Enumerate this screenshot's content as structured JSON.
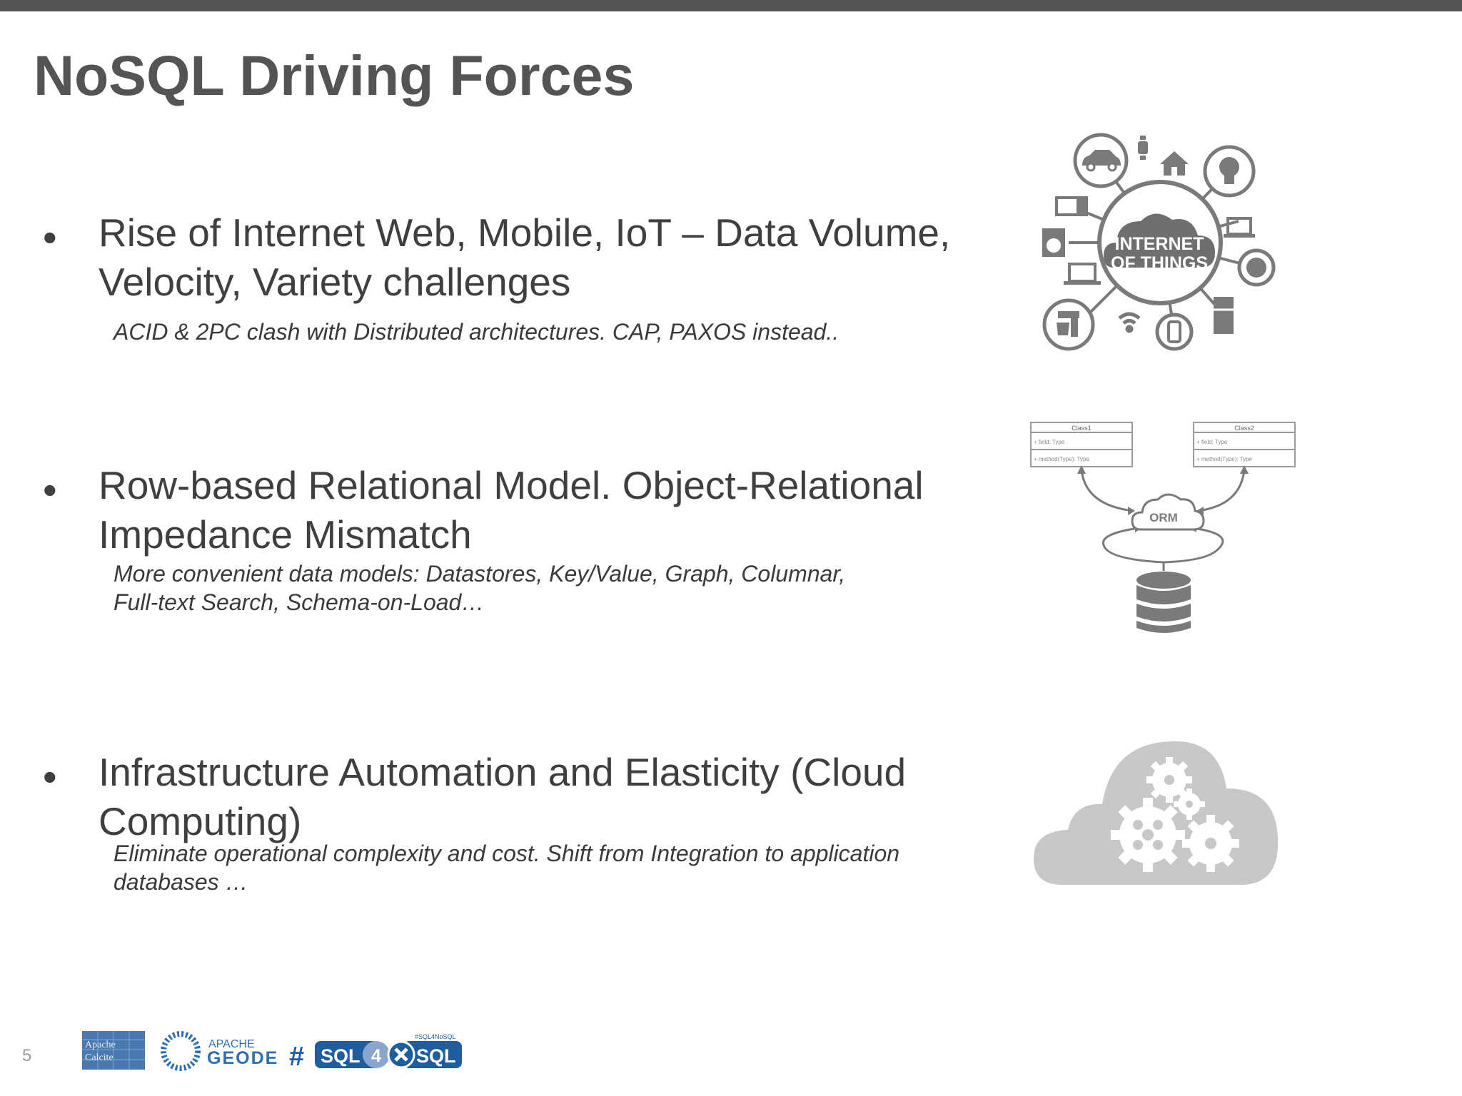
{
  "slide": {
    "title": "NoSQL Driving Forces",
    "page_number": "5"
  },
  "points": [
    {
      "bullet": "•",
      "lines": [
        "Rise of Internet Web, Mobile, IoT – Data Volume,",
        "Velocity, Variety challenges"
      ],
      "sub_lines": [
        "ACID & 2PC clash with Distributed architectures. CAP, PAXOS instead.."
      ],
      "image_icon": "internet-of-things-icon"
    },
    {
      "bullet": "•",
      "lines": [
        "Row-based Relational Model. Object-Relational",
        "Impedance Mismatch"
      ],
      "sub_lines": [
        "More convenient data models: Datastores, Key/Value, Graph, Columnar,",
        "Full-text Search, Schema-on-Load…"
      ],
      "image_icon": "orm-diagram-icon"
    },
    {
      "bullet": "•",
      "lines": [
        "Infrastructure Automation and Elasticity (Cloud",
        "Computing)"
      ],
      "sub_lines": [
        "Eliminate operational complexity and cost. Shift from Integration to application",
        "databases …"
      ],
      "image_icon": "cloud-gears-icon"
    }
  ],
  "iot_graphic": {
    "center_line1": "INTERNET",
    "center_line2": "OF THINGS"
  },
  "orm_graphic": {
    "class1_title": "Class1",
    "class2_title": "Class2",
    "field_text": "+ field: Type",
    "method_text": "+ method(Type): Type",
    "cloud_label": "ORM"
  },
  "footer": {
    "calcite_logo_line1": "Apache",
    "calcite_logo_line2": "Calcite",
    "geode_top": "APACHE",
    "geode_bottom": "GEODE",
    "hashtag": "#",
    "sql_left": "SQL",
    "four": "4",
    "sql_right": "SQL",
    "tag_small": "#SQL4NoSQL"
  },
  "colors": {
    "topbar": "#555555",
    "title": "#545454",
    "body_text": "#3f3f3f",
    "icon_gray": "#7a7a7a",
    "cloud_gray": "#c8c8c8",
    "sql_blue": "#1f5e9e"
  }
}
